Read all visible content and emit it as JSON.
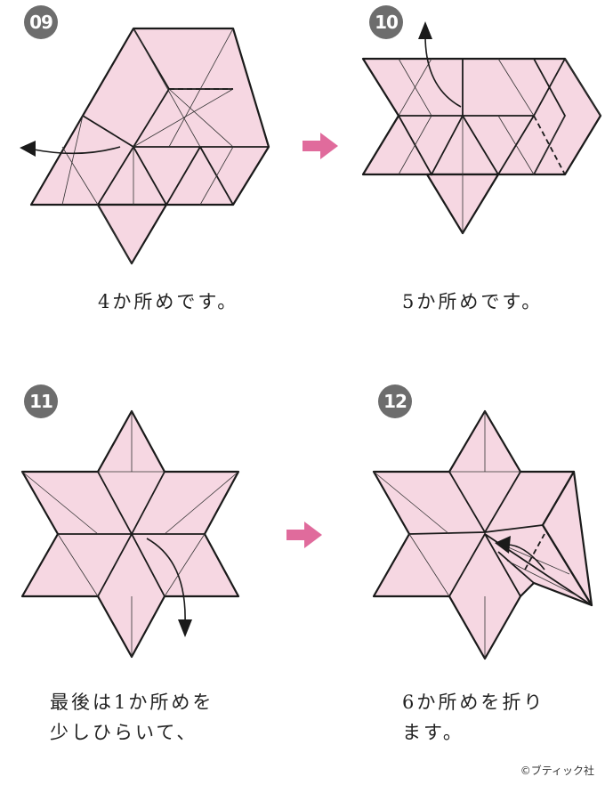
{
  "steps": [
    {
      "number": "09",
      "caption": "4か所めです。"
    },
    {
      "number": "10",
      "caption": "5か所めです。"
    },
    {
      "number": "11",
      "caption_line1": "最後は1か所めを",
      "caption_line2": "少しひらいて、"
    },
    {
      "number": "12",
      "caption_line1": "6か所めを折り",
      "caption_line2": "ます。"
    }
  ],
  "credit": "©ブティック社",
  "colors": {
    "paper": "#f6d7e2",
    "badge": "#6d6d6d",
    "next_arrow": "#e06b9c"
  },
  "icons": {
    "between_steps": "next-arrow-icon",
    "fold_direction": "curved-arrow-icon"
  }
}
